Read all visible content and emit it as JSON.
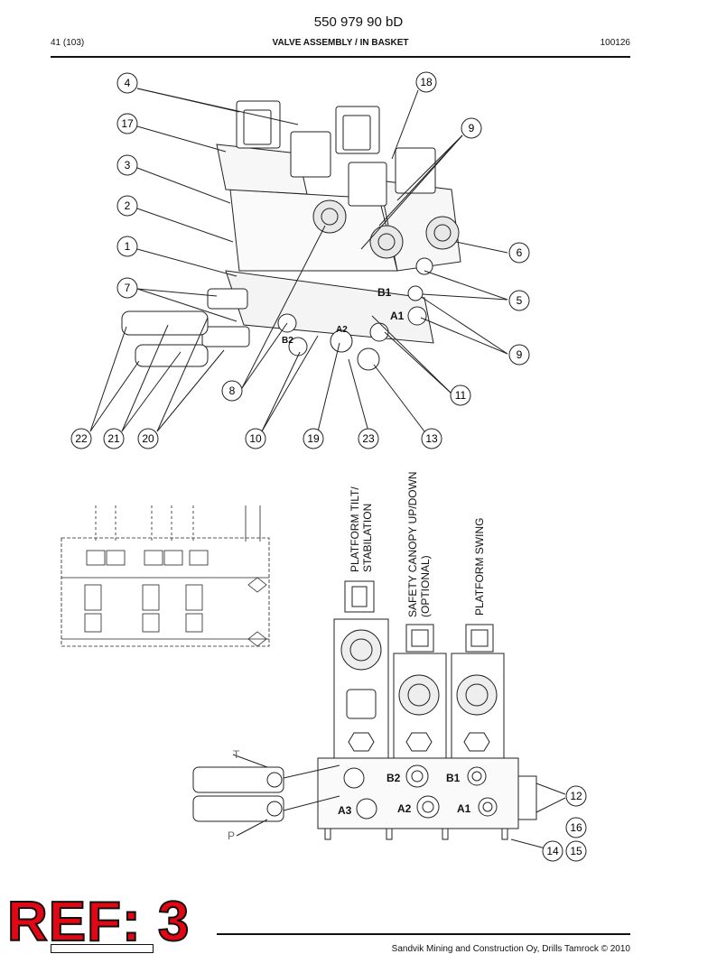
{
  "header": {
    "doc_code": "550 979 90 bD",
    "page": "41 (103)",
    "title": "VALVE ASSEMBLY / IN BASKET",
    "doc_number": "100126"
  },
  "callouts_top": [
    "4",
    "17",
    "3",
    "2",
    "1",
    "7",
    "18",
    "9",
    "6",
    "5",
    "9",
    "11",
    "8",
    "22",
    "21",
    "20",
    "10",
    "19",
    "23",
    "13"
  ],
  "callouts_bottom": [
    "12",
    "16",
    "14",
    "15"
  ],
  "port_labels": {
    "b1": "B1",
    "a1": "A1",
    "a2": "A2",
    "b2": "B2",
    "b2_lower": "B2",
    "b1_lower": "B1",
    "a2_lower": "A2",
    "a1_lower": "A1",
    "a3_lower": "A3",
    "t": "T",
    "p": "P"
  },
  "function_labels": {
    "tilt": "PLATFORM TILT/\nSTABILATION",
    "canopy": "SAFETY CANOPY UP/DOWN\n(OPTIONAL)",
    "swing": "PLATFORM SWING"
  },
  "ref_stamp": "REF: 3",
  "footer": {
    "copyright": "Sandvik Mining and Construction Oy, Drills Tamrock © 2010"
  }
}
